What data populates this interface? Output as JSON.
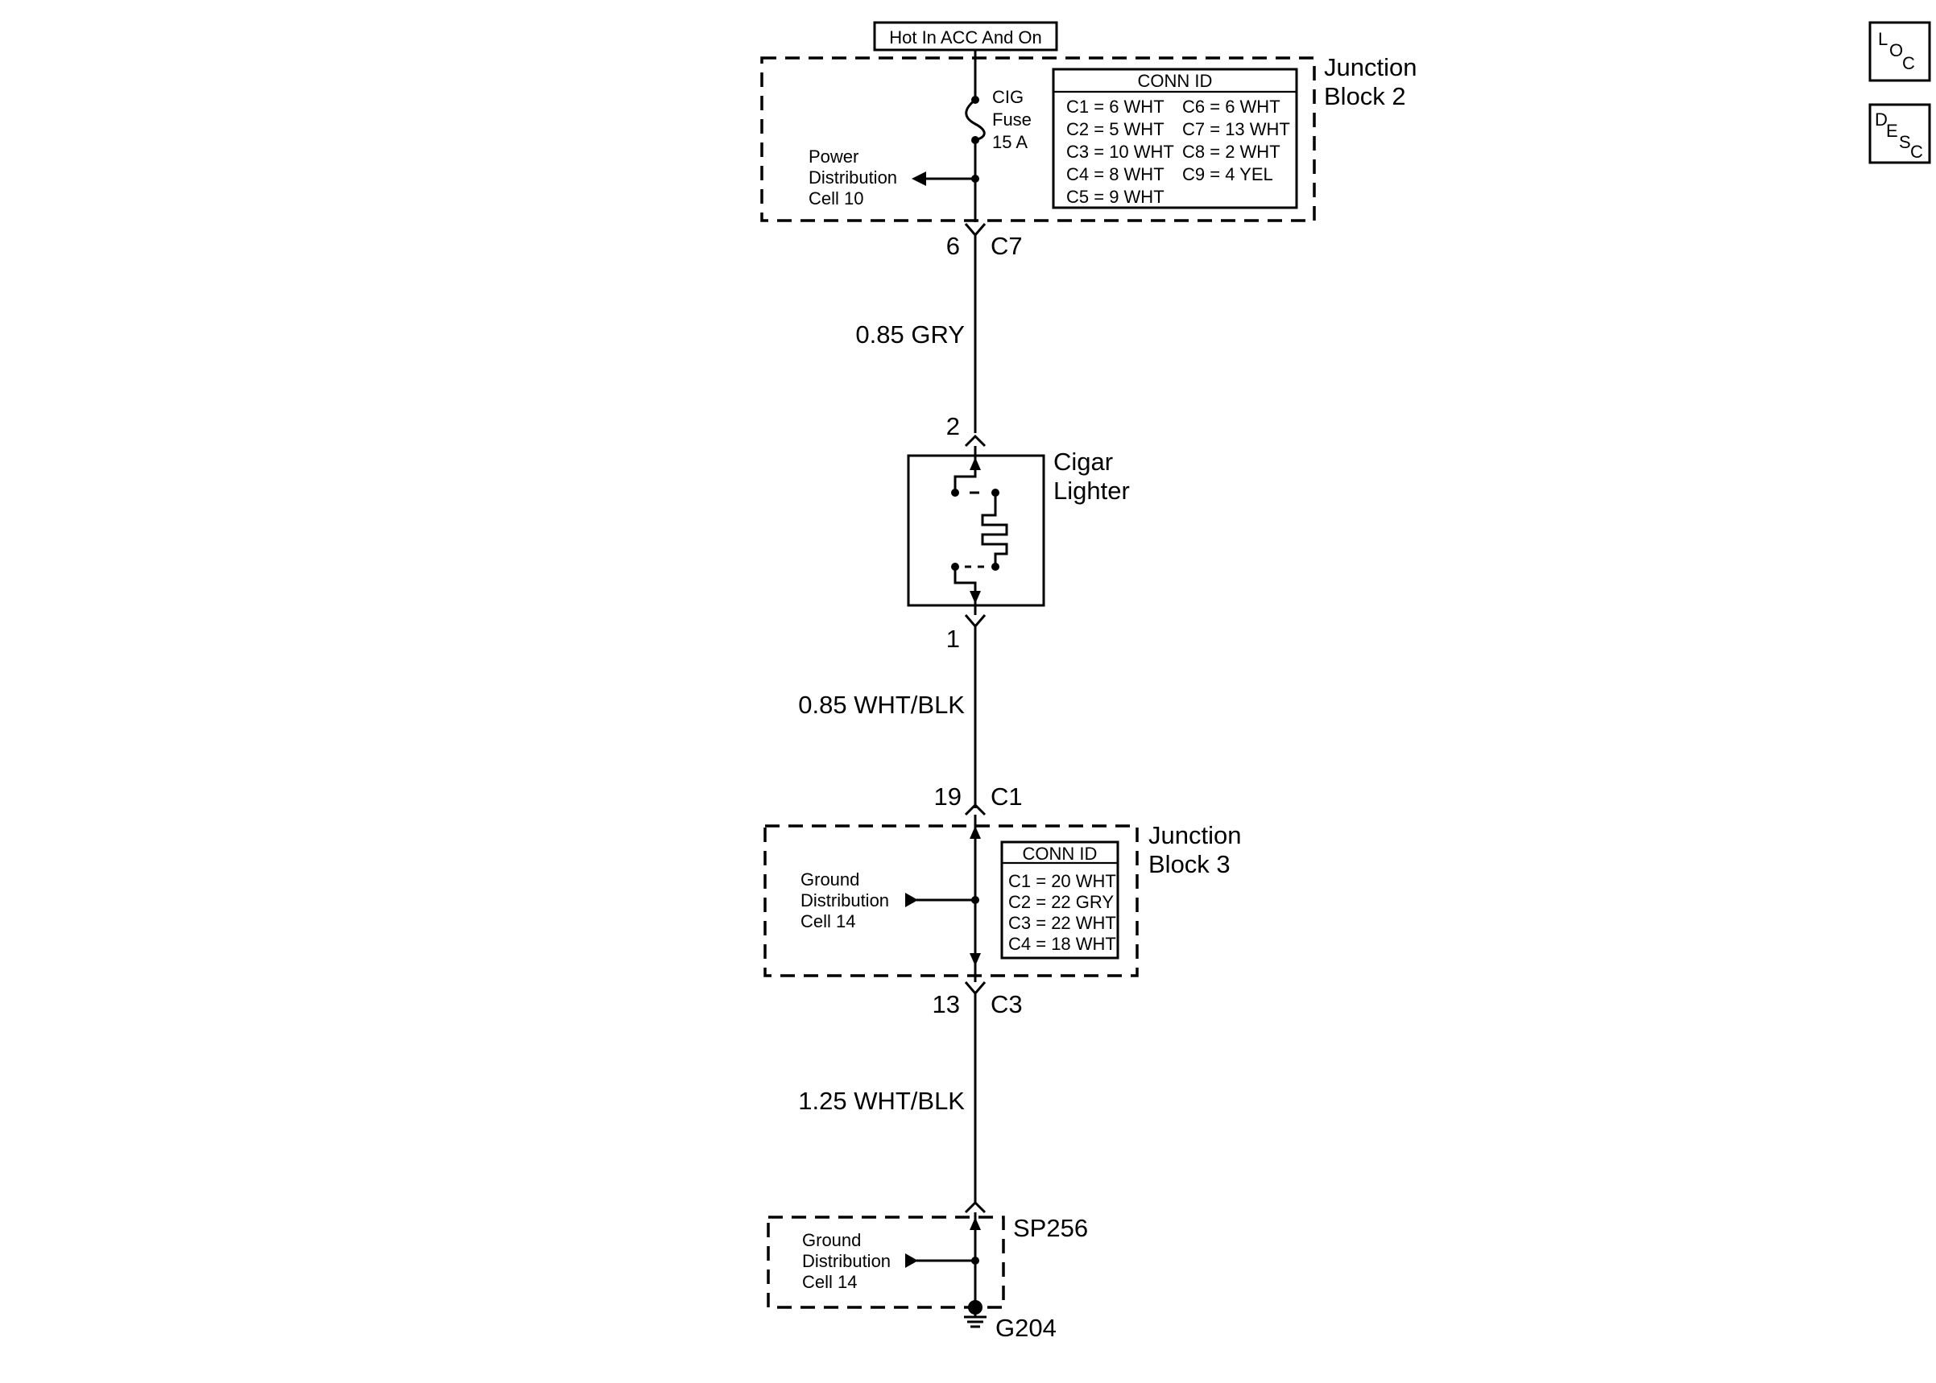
{
  "source": {
    "label": "Hot In ACC And On"
  },
  "junction_block_2": {
    "title_line1": "Junction",
    "title_line2": "Block 2",
    "conn_id_title": "CONN ID",
    "conn_ids": [
      "C1 = 6 WHT",
      "C2 = 5 WHT",
      "C3 = 10 WHT",
      "C4 = 8 WHT",
      "C5 = 9 WHT",
      "C6 = 6 WHT",
      "C7 = 13 WHT",
      "C8 = 2 WHT",
      "C9 = 4 YEL"
    ],
    "fuse": {
      "line1": "CIG",
      "line2": "Fuse",
      "line3": "15 A"
    },
    "power_distribution": {
      "line1": "Power",
      "line2": "Distribution",
      "line3": "Cell 10"
    }
  },
  "connectors": {
    "jb2_out_pin": "6",
    "jb2_out_conn": "C7",
    "lighter_in_pin": "2",
    "lighter_out_pin": "1",
    "jb3_in_pin": "19",
    "jb3_in_conn": "C1",
    "jb3_out_pin": "13",
    "jb3_out_conn": "C3"
  },
  "wires": {
    "wire1": "0.85 GRY",
    "wire2": "0.85 WHT/BLK",
    "wire3": "1.25 WHT/BLK"
  },
  "cigar_lighter": {
    "line1": "Cigar",
    "line2": "Lighter"
  },
  "junction_block_3": {
    "title_line1": "Junction",
    "title_line2": "Block 3",
    "conn_id_title": "CONN ID",
    "conn_ids": [
      "C1 = 20 WHT",
      "C2 = 22 GRY",
      "C3 = 22 WHT",
      "C4 = 18 WHT"
    ],
    "ground_distribution": {
      "line1": "Ground",
      "line2": "Distribution",
      "line3": "Cell 14"
    }
  },
  "splice": {
    "label": "SP256",
    "ground_distribution": {
      "line1": "Ground",
      "line2": "Distribution",
      "line3": "Cell 14"
    }
  },
  "ground": {
    "label": "G204"
  },
  "nav_buttons": {
    "loc": {
      "a": "L",
      "b": "O",
      "c": "C"
    },
    "desc": {
      "a": "D",
      "b": "E",
      "c": "S",
      "d": "C"
    }
  }
}
